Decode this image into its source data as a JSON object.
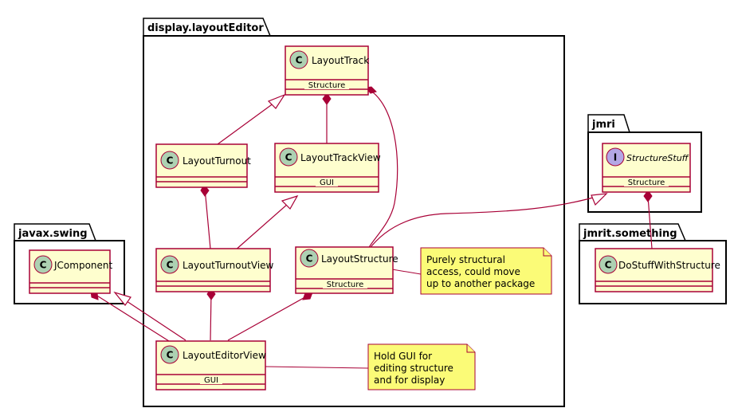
{
  "packages": {
    "layout_editor": "display.layoutEditor",
    "swing": "javax.swing",
    "jmri": "jmri",
    "jmrit_something": "jmrit.something"
  },
  "classes": {
    "layout_track": "LayoutTrack",
    "layout_track_sep": "Structure",
    "layout_turnout": "LayoutTurnout",
    "layout_track_view": "LayoutTrackView",
    "layout_track_view_sep": "GUI",
    "layout_turnout_view": "LayoutTurnoutView",
    "layout_structure": "LayoutStructure",
    "layout_structure_sep": "Structure",
    "layout_editor_view": "LayoutEditorView",
    "layout_editor_view_sep": "GUI",
    "jcomponent": "JComponent",
    "structure_stuff": "StructureStuff",
    "structure_stuff_sep": "Structure",
    "do_stuff": "DoStuffWithStructure"
  },
  "badges": {
    "class": "C",
    "interface": "I"
  },
  "notes": {
    "structure_note": [
      "Purely structural",
      "access, could move",
      "up to another package"
    ],
    "editor_note": [
      "Hold GUI for",
      "editing structure",
      "and for display"
    ]
  },
  "colors": {
    "class_fill": "#fefece",
    "border": "#a80036",
    "class_badge": "#add1b2",
    "interface_badge": "#b4a7e5",
    "note_fill": "#fbfb77"
  }
}
